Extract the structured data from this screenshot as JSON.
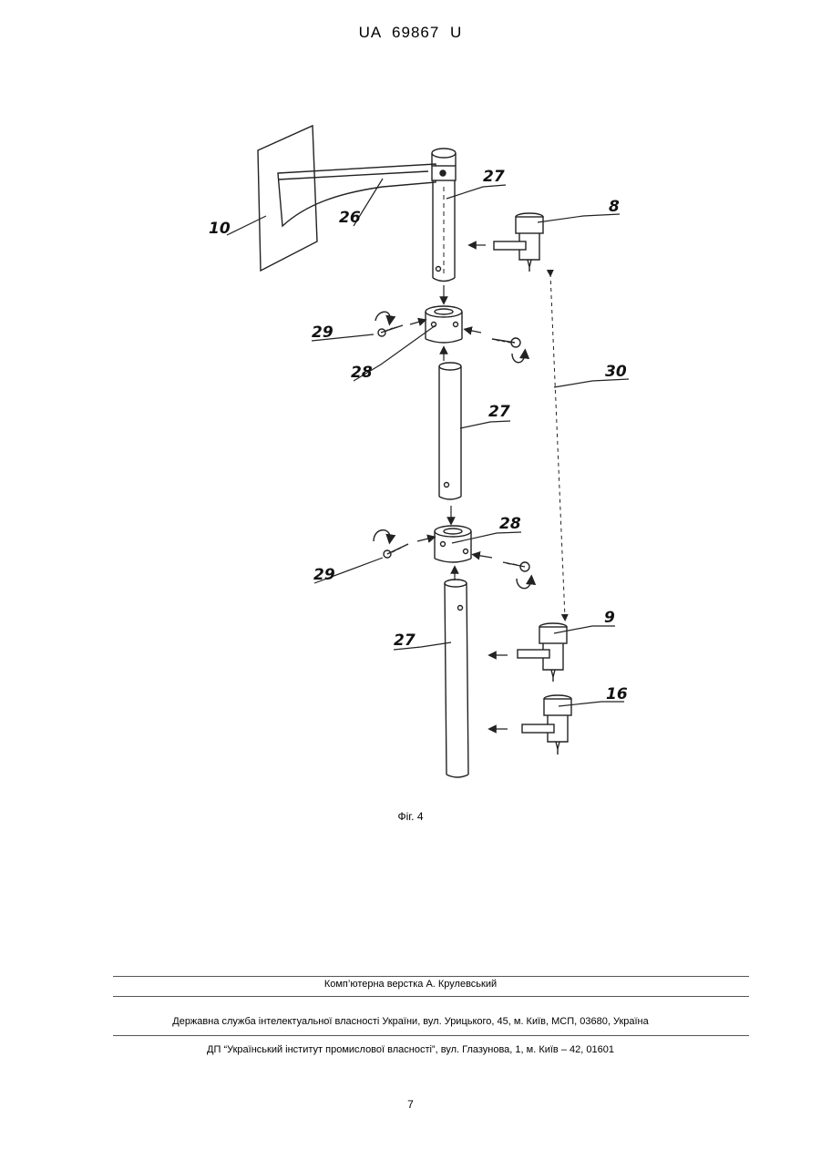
{
  "header": {
    "doc_id": "UA   69867   U"
  },
  "figure": {
    "caption": "Фіг. 4",
    "labels": {
      "l10": "10",
      "l26": "26",
      "l27a": "27",
      "l8": "8",
      "l29a": "29",
      "l28a": "28",
      "l30": "30",
      "l27b": "27",
      "l28b": "28",
      "l29b": "29",
      "l9": "9",
      "l27c": "27",
      "l16": "16"
    }
  },
  "footer": {
    "layout_credit": "Комп’ютерна верстка А. Крулевський",
    "agency": "Державна служба інтелектуальної власності України, вул. Урицького, 45, м. Київ, МСП, 03680, Україна",
    "institute": "ДП “Український інститут промислової власності”, вул. Глазунова, 1, м. Київ – 42, 01601"
  },
  "page_number": "7"
}
